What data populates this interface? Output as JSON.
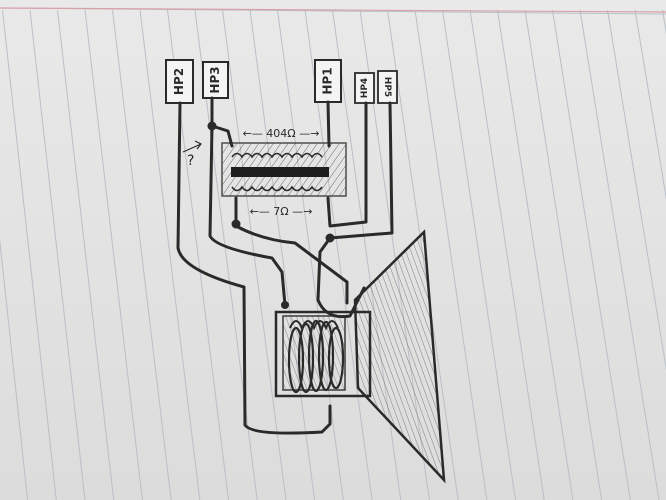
{
  "labels": {
    "hp2": "HP2",
    "hp3": "HP3",
    "hp1": "HP1",
    "hp4": "HP4",
    "hp5": "HP5",
    "primary_impedance": "←— 404Ω —→",
    "secondary_impedance": "←— 7Ω —→",
    "unknown_mark": "?"
  },
  "colors": {
    "paper": "#e6e6e6",
    "ruled_line": "#b9c0c8",
    "margin_line": "#d9a0a8",
    "ink": "#2a2a2a",
    "shading": "#6d6d6d"
  }
}
